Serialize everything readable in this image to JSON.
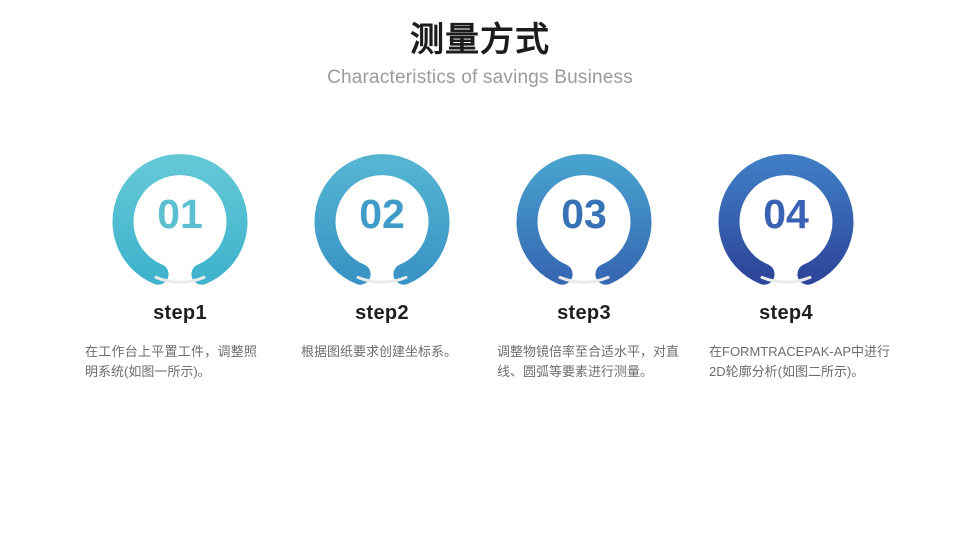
{
  "header": {
    "title": "测量方式",
    "subtitle": "Characteristics of savings Business"
  },
  "colors": {
    "title": "#1c1c1c",
    "subtitle": "#9b9b9b",
    "body_text": "#6d6d6d",
    "track_ring": "#ebebeb",
    "background": "#ffffff"
  },
  "steps": [
    {
      "number": "01",
      "label": "step1",
      "description": "在工作台上平置工件，调整照明系统(如图一所示)。",
      "ring_color_top": "#63c8d6",
      "ring_color_bottom": "#3fb3cb",
      "number_color": "#5cc0d1"
    },
    {
      "number": "02",
      "label": "step2",
      "description": "根据图纸要求创建坐标系。",
      "ring_color_top": "#54b4d2",
      "ring_color_bottom": "#3a94c4",
      "number_color": "#3f9bc8"
    },
    {
      "number": "03",
      "label": "step3",
      "description": "调整物镜倍率至合适水平，对直线、圆弧等要素进行测量。",
      "ring_color_top": "#47a1ce",
      "ring_color_bottom": "#3769b3",
      "number_color": "#3772b5"
    },
    {
      "number": "04",
      "label": "step4",
      "description": "在FORMTRACEPAK-AP中进行2D轮廓分析(如图二所示)。",
      "ring_color_top": "#3f7cc3",
      "ring_color_bottom": "#2e479b",
      "number_color": "#3a62b4"
    }
  ]
}
